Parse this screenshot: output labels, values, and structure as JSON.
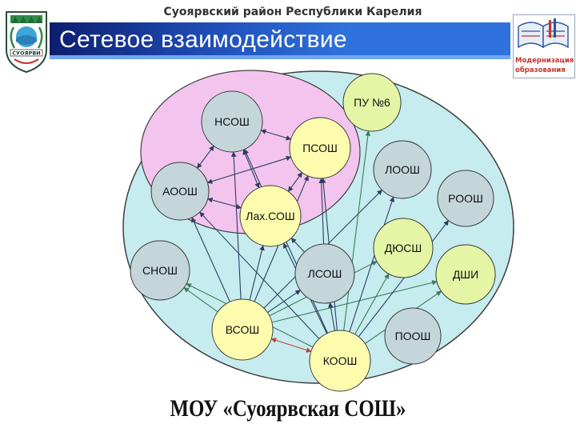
{
  "header": {
    "region_title": "Суоярвский район Республики Карелия",
    "slide_title": "Сетевое взаимодействие",
    "emblem_text": "СУОЯРВИ",
    "logo_line1": "Модернизация",
    "logo_line2": "образования"
  },
  "diagram": {
    "colors": {
      "outer_fill": "#c6ecef",
      "inner_fill": "#f3c4ee",
      "grey_node": "#c4d6da",
      "yellow_node": "#fdfcae",
      "green_node": "#e4f6a6",
      "arrow_dark": "#2c3e63",
      "arrow_green": "#3d7d5a",
      "arrow_red": "#c5403a"
    },
    "nodes": [
      {
        "id": "nsosh",
        "label": "НСОШ",
        "color": "grey"
      },
      {
        "id": "psosh",
        "label": "ПСОШ",
        "color": "yellow"
      },
      {
        "id": "pu6",
        "label": "ПУ №6",
        "color": "green"
      },
      {
        "id": "aoosh",
        "label": "АООШ",
        "color": "grey"
      },
      {
        "id": "lakh",
        "label": "Лах.СОШ",
        "color": "yellow"
      },
      {
        "id": "loosh",
        "label": "ЛООШ",
        "color": "grey"
      },
      {
        "id": "roosh",
        "label": "РООШ",
        "color": "grey"
      },
      {
        "id": "dyussh",
        "label": "ДЮСШ",
        "color": "green"
      },
      {
        "id": "snosh",
        "label": "СНОШ",
        "color": "grey"
      },
      {
        "id": "lsosh",
        "label": "ЛСОШ",
        "color": "grey"
      },
      {
        "id": "dshi",
        "label": "ДШИ",
        "color": "green"
      },
      {
        "id": "vsosh",
        "label": "ВСОШ",
        "color": "yellow"
      },
      {
        "id": "poosh",
        "label": "ПООШ",
        "color": "grey"
      },
      {
        "id": "koosh",
        "label": "КООШ",
        "color": "yellow"
      }
    ],
    "connections": [
      {
        "from": "nsosh",
        "to": "psosh",
        "both": true,
        "color": "dark"
      },
      {
        "from": "nsosh",
        "to": "aoosh",
        "both": true,
        "color": "dark"
      },
      {
        "from": "nsosh",
        "to": "lakh",
        "both": true,
        "color": "dark"
      },
      {
        "from": "aoosh",
        "to": "psosh",
        "both": true,
        "color": "dark"
      },
      {
        "from": "aoosh",
        "to": "lakh",
        "both": true,
        "color": "dark"
      },
      {
        "from": "psosh",
        "to": "lakh",
        "both": true,
        "color": "dark"
      },
      {
        "from": "vsosh",
        "to": "nsosh",
        "both": false,
        "color": "dark"
      },
      {
        "from": "vsosh",
        "to": "aoosh",
        "both": false,
        "color": "dark"
      },
      {
        "from": "vsosh",
        "to": "psosh",
        "both": false,
        "color": "dark"
      },
      {
        "from": "vsosh",
        "to": "lakh",
        "both": false,
        "color": "dark"
      },
      {
        "from": "vsosh",
        "to": "snosh",
        "both": false,
        "color": "green"
      },
      {
        "from": "vsosh",
        "to": "lsosh",
        "both": false,
        "color": "dark"
      },
      {
        "from": "vsosh",
        "to": "loosh",
        "both": false,
        "color": "dark"
      },
      {
        "from": "vsosh",
        "to": "dyussh",
        "both": false,
        "color": "green"
      },
      {
        "from": "vsosh",
        "to": "dshi",
        "both": false,
        "color": "green"
      },
      {
        "from": "vsosh",
        "to": "koosh",
        "both": true,
        "color": "red"
      },
      {
        "from": "koosh",
        "to": "nsosh",
        "both": false,
        "color": "dark"
      },
      {
        "from": "koosh",
        "to": "aoosh",
        "both": false,
        "color": "dark"
      },
      {
        "from": "koosh",
        "to": "psosh",
        "both": false,
        "color": "dark"
      },
      {
        "from": "koosh",
        "to": "lakh",
        "both": false,
        "color": "dark"
      },
      {
        "from": "koosh",
        "to": "snosh",
        "both": false,
        "color": "green"
      },
      {
        "from": "koosh",
        "to": "lsosh",
        "both": false,
        "color": "dark"
      },
      {
        "from": "koosh",
        "to": "loosh",
        "both": false,
        "color": "dark"
      },
      {
        "from": "koosh",
        "to": "roosh",
        "both": false,
        "color": "dark"
      },
      {
        "from": "koosh",
        "to": "pu6",
        "both": false,
        "color": "green"
      },
      {
        "from": "koosh",
        "to": "dyussh",
        "both": false,
        "color": "green"
      },
      {
        "from": "koosh",
        "to": "dshi",
        "both": false,
        "color": "green"
      },
      {
        "from": "lsosh",
        "to": "psosh",
        "both": false,
        "color": "dark"
      },
      {
        "from": "lsosh",
        "to": "lakh",
        "both": false,
        "color": "dark"
      }
    ]
  },
  "footer": {
    "school_name": "МОУ «Суоярвская СОШ»"
  }
}
